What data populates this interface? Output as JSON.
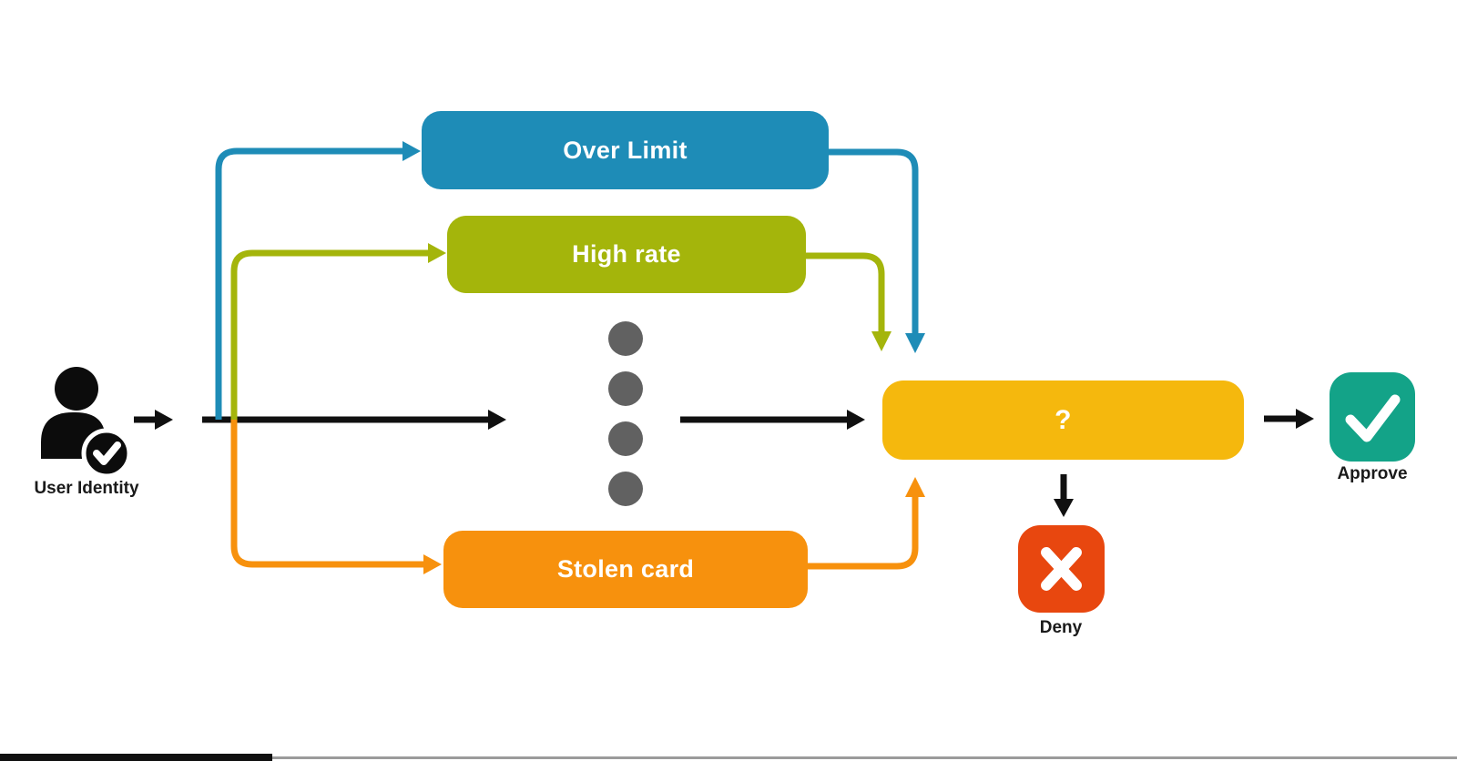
{
  "colors": {
    "blue": "#1E8CB7",
    "olive": "#A4B50B",
    "orange": "#F7910D",
    "amber": "#F5B80D",
    "teal": "#13A388",
    "red": "#E8470F",
    "dot": "#616161",
    "ink": "#101010",
    "label": "#1A1A1A",
    "track": "#9B9B9B",
    "bg": "#FFFFFF"
  },
  "nodes": {
    "user": {
      "label": "User Identity"
    },
    "over_limit": {
      "label": "Over Limit"
    },
    "high_rate": {
      "label": "High rate"
    },
    "stolen_card": {
      "label": "Stolen card"
    },
    "decision": {
      "label": "?"
    },
    "approve": {
      "label": "Approve"
    },
    "deny": {
      "label": "Deny"
    }
  }
}
